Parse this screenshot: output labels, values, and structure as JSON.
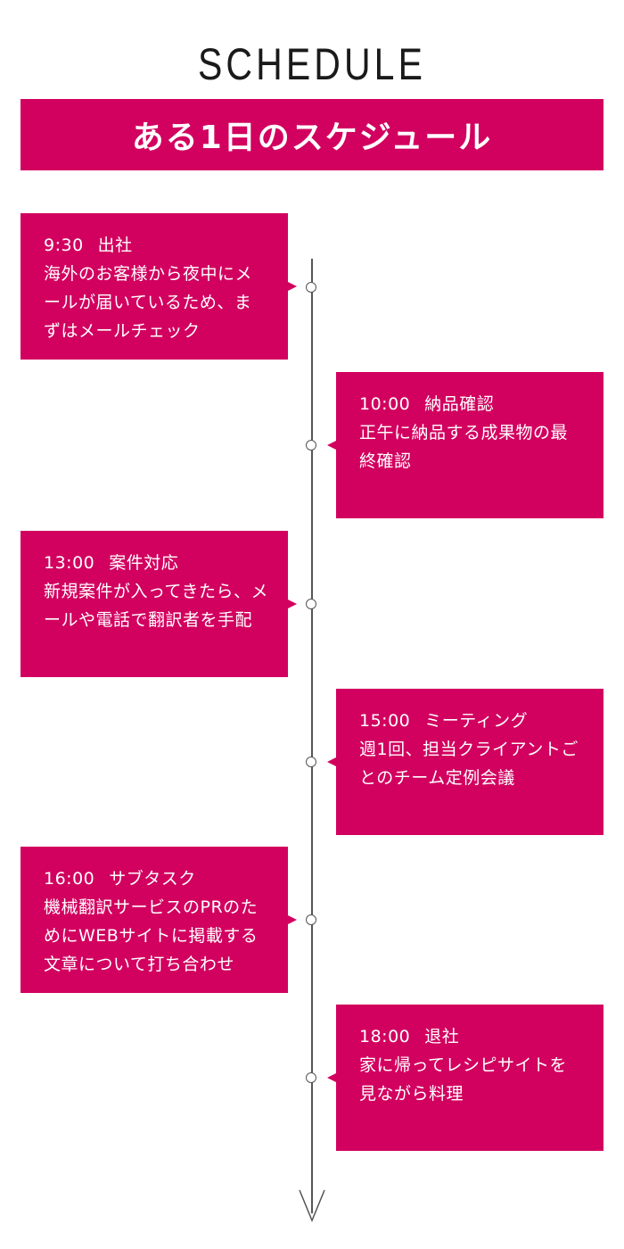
{
  "heading": "SCHEDULE",
  "banner": "ある1日のスケジュール",
  "events": [
    {
      "time": "9:30",
      "title": "出社",
      "description": "海外のお客様から夜中にメールが届いているため、まずはメールチェック"
    },
    {
      "time": "10:00",
      "title": "納品確認",
      "description": "正午に納品する成果物の最終確認"
    },
    {
      "time": "13:00",
      "title": "案件対応",
      "description": "新規案件が入ってきたら、メールや電話で翻訳者を手配"
    },
    {
      "time": "15:00",
      "title": "ミーティング",
      "description": "週1回、担当クライアントごとのチーム定例会議"
    },
    {
      "time": "16:00",
      "title": "サブタスク",
      "description": "機械翻訳サービスのPRのためにWEBサイトに掲載する文章について打ち合わせ"
    },
    {
      "time": "18:00",
      "title": "退社",
      "description": "家に帰ってレシピサイトを見ながら料理"
    }
  ]
}
